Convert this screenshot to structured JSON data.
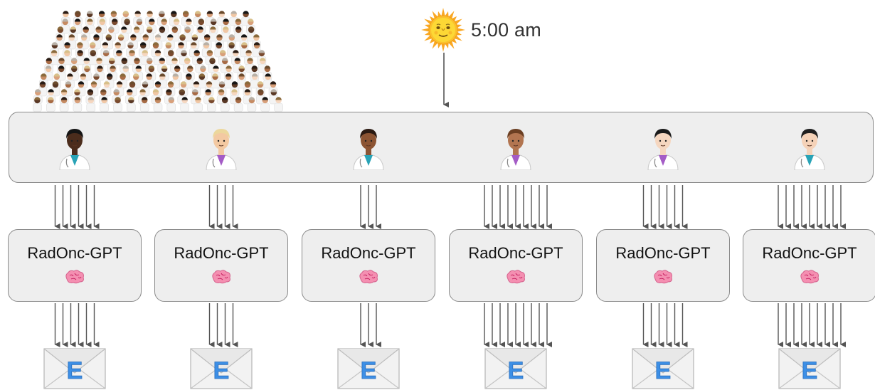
{
  "time": {
    "label": "5:00 am",
    "sun_icon": "sun-face-icon"
  },
  "crowd": {
    "icon": "crowd-of-doctors-image"
  },
  "colors": {
    "box_fill": "#eeeeee",
    "box_border": "#8a8a8a",
    "arrow": "#555555",
    "mail_letter": "#3d8fe6"
  },
  "physicians": [
    {
      "icon": "physician-icon",
      "skin": "#4b2c1c",
      "hair": "#141414",
      "shirt": "#29a3b6",
      "reports": 6
    },
    {
      "icon": "physician-icon",
      "skin": "#f3c9a2",
      "hair": "#ecd79c",
      "shirt": "#a45cc6",
      "reports": 4
    },
    {
      "icon": "physician-icon",
      "skin": "#8c5433",
      "hair": "#2b1a12",
      "shirt": "#29a3b6",
      "reports": 3
    },
    {
      "icon": "physician-icon",
      "skin": "#b27550",
      "hair": "#6b3f22",
      "shirt": "#a45cc6",
      "reports": 9
    },
    {
      "icon": "physician-icon",
      "skin": "#f5d6bf",
      "hair": "#1a1a1a",
      "shirt": "#a45cc6",
      "reports": 6
    },
    {
      "icon": "physician-icon",
      "skin": "#f5d2b8",
      "hair": "#202020",
      "shirt": "#29a3b6",
      "reports": 9
    }
  ],
  "gpt_boxes": [
    {
      "label": "RadOnc-GPT",
      "icon": "brain-icon"
    },
    {
      "label": "RadOnc-GPT",
      "icon": "brain-icon"
    },
    {
      "label": "RadOnc-GPT",
      "icon": "brain-icon"
    },
    {
      "label": "RadOnc-GPT",
      "icon": "brain-icon"
    },
    {
      "label": "RadOnc-GPT",
      "icon": "brain-icon"
    },
    {
      "label": "RadOnc-GPT",
      "icon": "brain-icon"
    }
  ],
  "emails": [
    {
      "icon": "email-envelope-icon",
      "letter": "E"
    },
    {
      "icon": "email-envelope-icon",
      "letter": "E"
    },
    {
      "icon": "email-envelope-icon",
      "letter": "E"
    },
    {
      "icon": "email-envelope-icon",
      "letter": "E"
    },
    {
      "icon": "email-envelope-icon",
      "letter": "E"
    },
    {
      "icon": "email-envelope-icon",
      "letter": "E"
    }
  ]
}
